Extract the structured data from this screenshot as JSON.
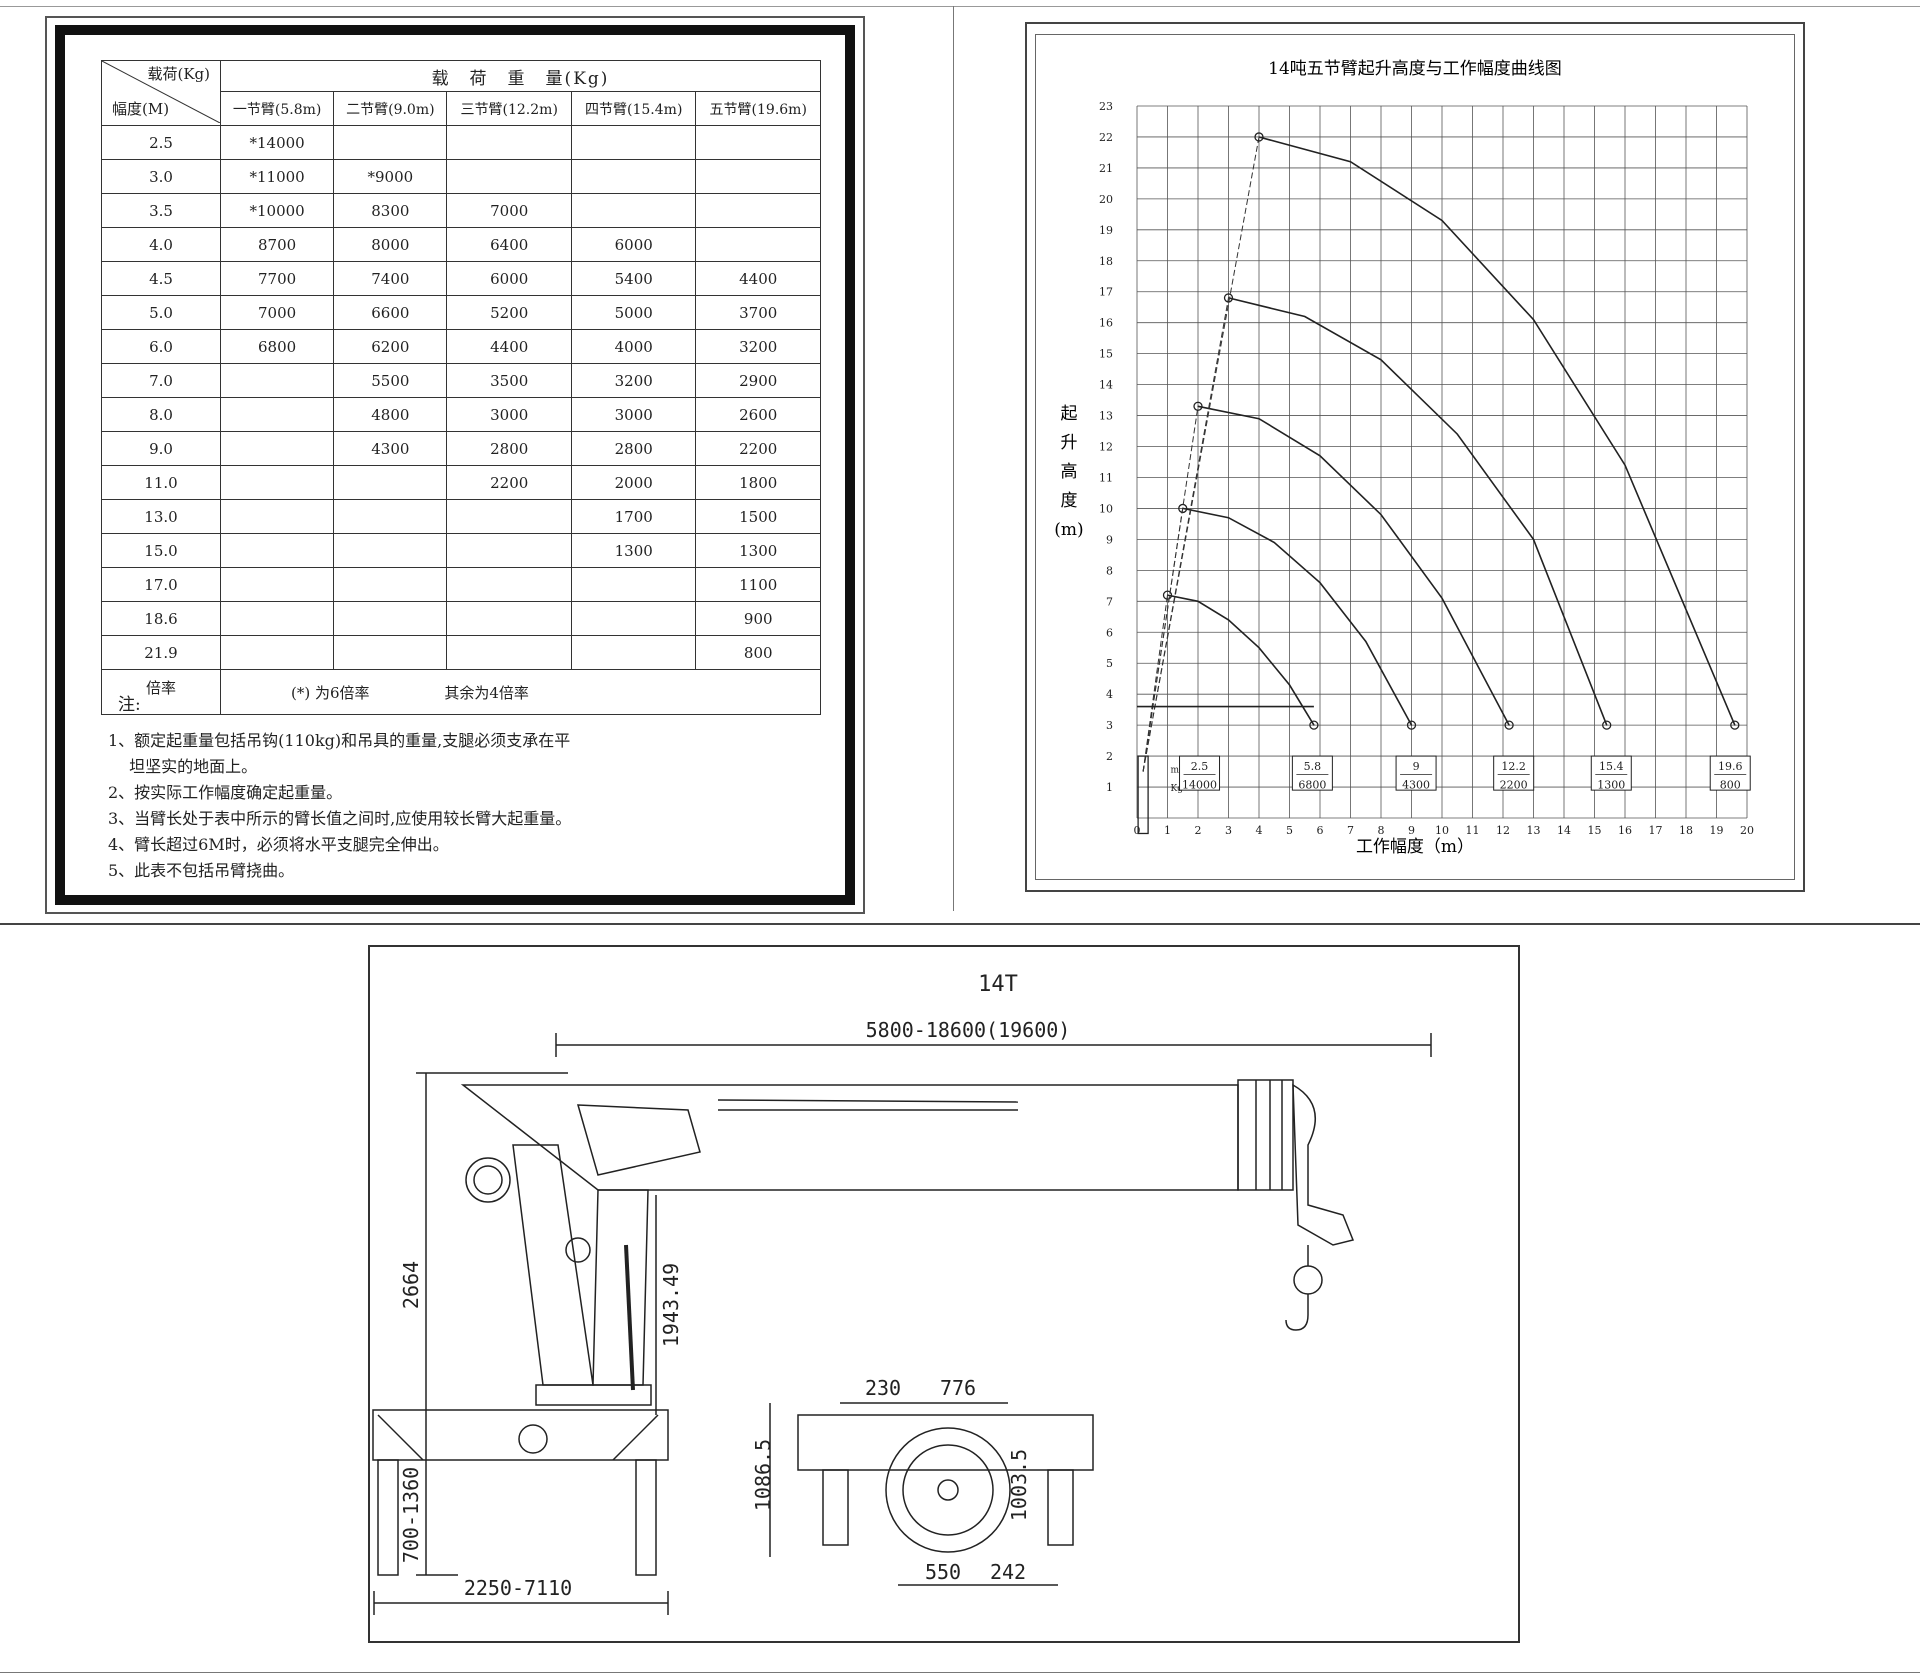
{
  "load_table": {
    "header": {
      "load_axis": "载荷(Kg)",
      "radius_axis": "幅度(M)",
      "title": "载　荷　重　量(Kg)",
      "booms": [
        "一节臂(5.8m)",
        "二节臂(9.0m)",
        "三节臂(12.2m)",
        "四节臂(15.4m)",
        "五节臂(19.6m)"
      ]
    },
    "rows": [
      {
        "radius": "2.5",
        "values": [
          "*14000",
          "",
          "",
          "",
          ""
        ]
      },
      {
        "radius": "3.0",
        "values": [
          "*11000",
          "*9000",
          "",
          "",
          ""
        ]
      },
      {
        "radius": "3.5",
        "values": [
          "*10000",
          "8300",
          "7000",
          "",
          ""
        ]
      },
      {
        "radius": "4.0",
        "values": [
          "8700",
          "8000",
          "6400",
          "6000",
          ""
        ]
      },
      {
        "radius": "4.5",
        "values": [
          "7700",
          "7400",
          "6000",
          "5400",
          "4400"
        ]
      },
      {
        "radius": "5.0",
        "values": [
          "7000",
          "6600",
          "5200",
          "5000",
          "3700"
        ]
      },
      {
        "radius": "6.0",
        "values": [
          "6800",
          "6200",
          "4400",
          "4000",
          "3200"
        ]
      },
      {
        "radius": "7.0",
        "values": [
          "",
          "5500",
          "3500",
          "3200",
          "2900"
        ]
      },
      {
        "radius": "8.0",
        "values": [
          "",
          "4800",
          "3000",
          "3000",
          "2600"
        ]
      },
      {
        "radius": "9.0",
        "values": [
          "",
          "4300",
          "2800",
          "2800",
          "2200"
        ]
      },
      {
        "radius": "11.0",
        "values": [
          "",
          "",
          "2200",
          "2000",
          "1800"
        ]
      },
      {
        "radius": "13.0",
        "values": [
          "",
          "",
          "",
          "1700",
          "1500"
        ]
      },
      {
        "radius": "15.0",
        "values": [
          "",
          "",
          "",
          "1300",
          "1300"
        ]
      },
      {
        "radius": "17.0",
        "values": [
          "",
          "",
          "",
          "",
          "1100"
        ]
      },
      {
        "radius": "18.6",
        "values": [
          "",
          "",
          "",
          "",
          "900"
        ]
      },
      {
        "radius": "21.9",
        "values": [
          "",
          "",
          "",
          "",
          "800"
        ]
      }
    ],
    "footer": {
      "note_label": "注:",
      "ratio_label": "倍率",
      "ratio_6": "(*) 为6倍率",
      "ratio_4": "其余为4倍率"
    }
  },
  "notes": [
    "1、额定起重量包括吊钩(110kg)和吊具的重量,支腿必须支承在平",
    "　 坦坚实的地面上。",
    "2、按实际工作幅度确定起重量。",
    "3、当臂长处于表中所示的臂长值之间时,应使用较长臂大起重量。",
    "4、臂长超过6M时，必须将水平支腿完全伸出。",
    "5、此表不包括吊臂挠曲。"
  ],
  "chart_data": {
    "type": "line",
    "title": "14吨五节臂起升高度与工作幅度曲线图",
    "xlabel": "工作幅度（m）",
    "ylabel": "起升高度(m)",
    "ylabel_chars": [
      "起",
      "升",
      "高",
      "度",
      "(m)"
    ],
    "xlim": [
      0,
      20
    ],
    "ylim": [
      0,
      23
    ],
    "xticks": [
      "0",
      "1",
      "2",
      "3",
      "4",
      "5",
      "6",
      "7",
      "8",
      "9",
      "10",
      "11",
      "12",
      "13",
      "14",
      "15",
      "16",
      "17",
      "18",
      "19",
      "20"
    ],
    "yticks": [
      "1",
      "2",
      "3",
      "4",
      "5",
      "6",
      "7",
      "8",
      "9",
      "10",
      "11",
      "12",
      "13",
      "14",
      "15",
      "16",
      "17",
      "18",
      "19",
      "20",
      "21",
      "22",
      "23"
    ],
    "grid": true,
    "series": [
      {
        "x": [
          1,
          2,
          3,
          4,
          5,
          5.8
        ],
        "y": [
          7.2,
          7.0,
          6.4,
          5.5,
          4.3,
          3.0
        ]
      },
      {
        "x": [
          1.5,
          3,
          4.5,
          6,
          7.5,
          9
        ],
        "y": [
          10.0,
          9.7,
          8.9,
          7.6,
          5.7,
          3.0
        ]
      },
      {
        "x": [
          2,
          4,
          6,
          8,
          10,
          12.2
        ],
        "y": [
          13.3,
          12.9,
          11.7,
          9.8,
          7.1,
          3.0
        ]
      },
      {
        "x": [
          3,
          5.5,
          8,
          10.5,
          13,
          15.4
        ],
        "y": [
          16.8,
          16.2,
          14.8,
          12.4,
          9.0,
          3.0
        ]
      },
      {
        "x": [
          4,
          7,
          10,
          13,
          16,
          19.6
        ],
        "y": [
          22.0,
          21.2,
          19.3,
          16.1,
          11.4,
          3.0
        ]
      }
    ],
    "legend_header": {
      "unit_m": "m",
      "unit_kg": "Kg"
    },
    "boxes": [
      {
        "length": "2.5",
        "load": "14000"
      },
      {
        "length": "5.8",
        "load": "6800"
      },
      {
        "length": "9",
        "load": "4300"
      },
      {
        "length": "12.2",
        "load": "2200"
      },
      {
        "length": "15.4",
        "load": "1300"
      },
      {
        "length": "19.6",
        "load": "800"
      }
    ]
  },
  "drawing": {
    "title": "14T",
    "dims": {
      "reach": "5800-18600(19600)",
      "height": "2664",
      "column": "1943.49",
      "leg_height": "700-1360",
      "span": "2250-7110",
      "d230": "230",
      "d776": "776",
      "d1086": "1086.5",
      "d1003": "1003.5",
      "d550": "550",
      "d242": "242"
    }
  }
}
